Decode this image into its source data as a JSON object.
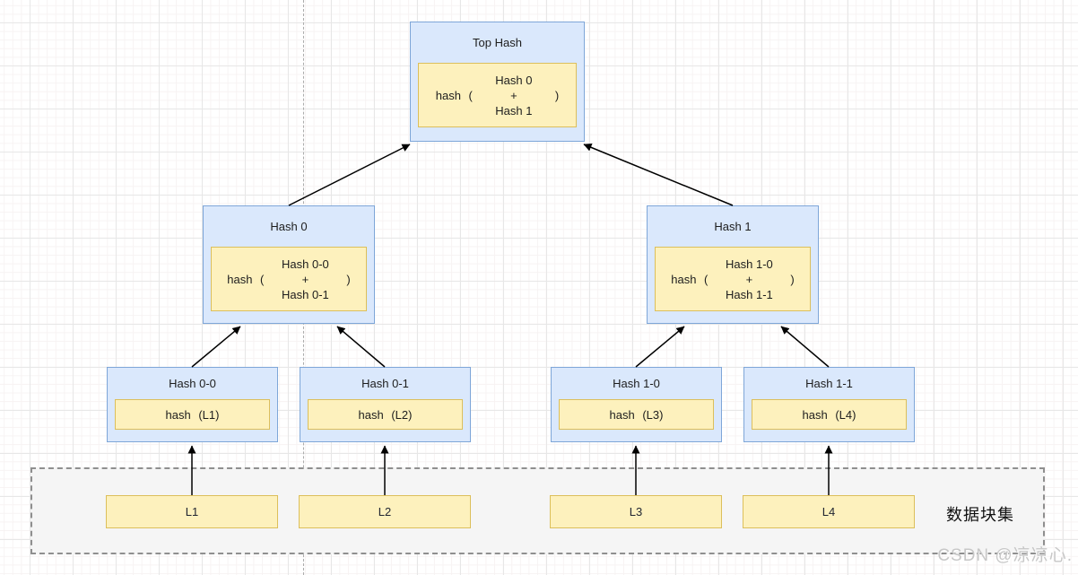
{
  "diagram_type": "merkle-hash-tree",
  "nodes": {
    "top": {
      "title": "Top Hash",
      "hash_prefix": "hash (",
      "operand_a": "Hash 0",
      "operator": "+",
      "operand_b": "Hash 1",
      "hash_suffix": ")"
    },
    "mid": [
      {
        "title": "Hash 0",
        "hash_prefix": "hash (",
        "operand_a": "Hash 0-0",
        "operator": "+",
        "operand_b": "Hash 0-1",
        "hash_suffix": ")"
      },
      {
        "title": "Hash 1",
        "hash_prefix": "hash (",
        "operand_a": "Hash 1-0",
        "operator": "+",
        "operand_b": "Hash 1-1",
        "hash_suffix": ")"
      }
    ],
    "leaves": [
      {
        "title": "Hash 0-0",
        "label": "hash (L1)"
      },
      {
        "title": "Hash 0-1",
        "label": "hash (L2)"
      },
      {
        "title": "Hash 1-0",
        "label": "hash (L3)"
      },
      {
        "title": "Hash 1-1",
        "label": "hash (L4)"
      }
    ],
    "blocks": [
      "L1",
      "L2",
      "L3",
      "L4"
    ]
  },
  "container_label": "数据块集",
  "watermark": "CSDN @凉凉心.",
  "colors": {
    "node_fill": "#dae8fc",
    "node_border": "#7ea6d8",
    "hash_fill": "#fdf1bd",
    "hash_border": "#dcbf5b",
    "container_fill": "#f5f5f5",
    "container_border": "#8f8f8f",
    "arrow": "#000000",
    "watermark_text": "#c7c7c7"
  }
}
